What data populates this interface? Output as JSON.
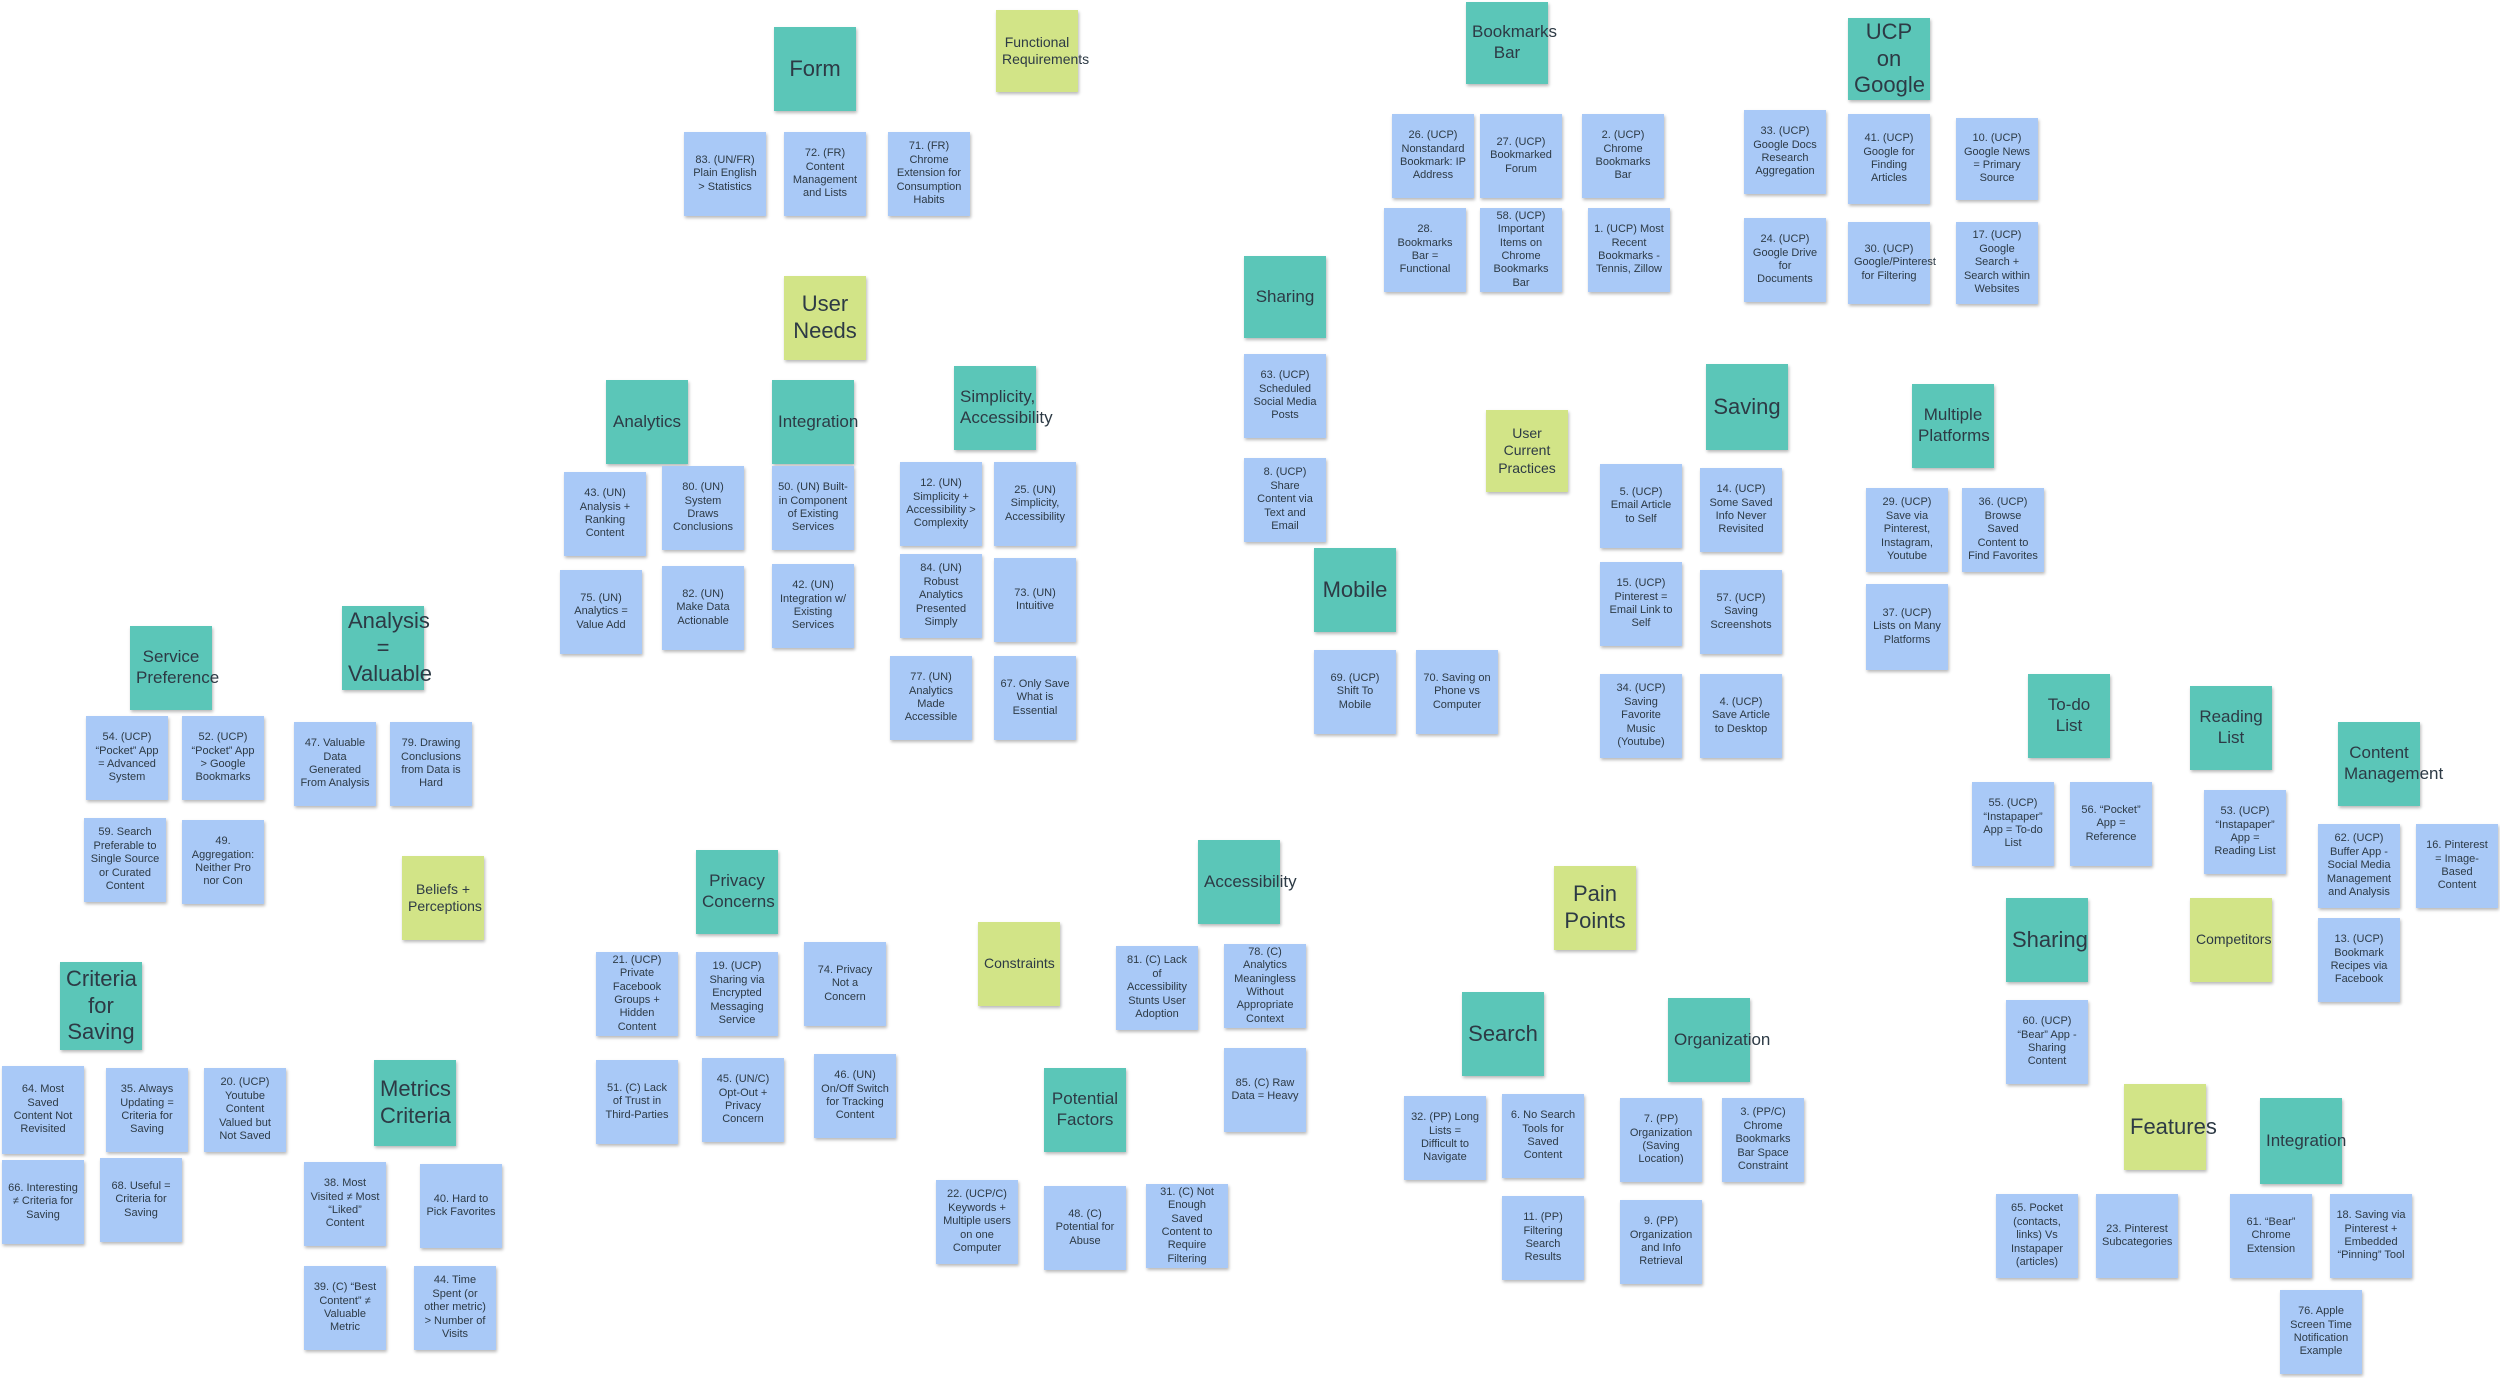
{
  "colors": {
    "topic": "#5bc6b8",
    "category": "#d2e487",
    "insight": "#a9c9f7",
    "background": "#ffffff"
  },
  "notes": [
    {
      "id": "form",
      "text": "Form",
      "kind": "teal"
    },
    {
      "id": "functional-requirements",
      "text": "Functional Requirements",
      "kind": "lime"
    },
    {
      "id": "n83",
      "text": "83. (UN/FR) Plain English > Statistics",
      "kind": "blue"
    },
    {
      "id": "n72",
      "text": "72. (FR) Content Management and Lists",
      "kind": "blue"
    },
    {
      "id": "n71",
      "text": "71. (FR) Chrome Extension for Consumption Habits",
      "kind": "blue"
    },
    {
      "id": "bookmarks-bar",
      "text": "Bookmarks Bar",
      "kind": "teal"
    },
    {
      "id": "ucp-on-google",
      "text": "UCP on Google",
      "kind": "teal"
    },
    {
      "id": "n26",
      "text": "26. (UCP) Nonstandard Bookmark: IP Address",
      "kind": "blue"
    },
    {
      "id": "n27",
      "text": "27. (UCP) Bookmarked Forum",
      "kind": "blue"
    },
    {
      "id": "n2",
      "text": "2. (UCP) Chrome Bookmarks Bar",
      "kind": "blue"
    },
    {
      "id": "n28",
      "text": "28. Bookmarks Bar = Functional",
      "kind": "blue"
    },
    {
      "id": "n58",
      "text": "58. (UCP) Important Items on Chrome Bookmarks Bar",
      "kind": "blue"
    },
    {
      "id": "n1",
      "text": "1. (UCP) Most Recent Bookmarks - Tennis, Zillow",
      "kind": "blue"
    },
    {
      "id": "n33",
      "text": "33. (UCP) Google Docs Research Aggregation",
      "kind": "blue"
    },
    {
      "id": "n41",
      "text": "41. (UCP) Google for Finding Articles",
      "kind": "blue"
    },
    {
      "id": "n10",
      "text": "10. (UCP) Google News = Primary Source",
      "kind": "blue"
    },
    {
      "id": "n24",
      "text": "24. (UCP) Google Drive for Documents",
      "kind": "blue"
    },
    {
      "id": "n30",
      "text": "30. (UCP) Google/Pinterest for Filtering",
      "kind": "blue"
    },
    {
      "id": "n17",
      "text": "17. (UCP) Google Search + Search within Websites",
      "kind": "blue"
    },
    {
      "id": "user-needs",
      "text": "User Needs",
      "kind": "lime"
    },
    {
      "id": "sharing-top",
      "text": "Sharing",
      "kind": "teal"
    },
    {
      "id": "n63",
      "text": "63. (UCP) Scheduled Social Media Posts",
      "kind": "blue"
    },
    {
      "id": "n8",
      "text": "8. (UCP) Share Content via Text and Email",
      "kind": "blue"
    },
    {
      "id": "analytics",
      "text": "Analytics",
      "kind": "teal"
    },
    {
      "id": "integration-top",
      "text": "Integration",
      "kind": "teal"
    },
    {
      "id": "simplicity-accessibility",
      "text": "Simplicity, Accessibility",
      "kind": "teal"
    },
    {
      "id": "n43",
      "text": "43. (UN) Analysis + Ranking Content",
      "kind": "blue"
    },
    {
      "id": "n80",
      "text": "80. (UN) System Draws Conclusions",
      "kind": "blue"
    },
    {
      "id": "n50",
      "text": "50. (UN) Built-in Component of Existing Services",
      "kind": "blue"
    },
    {
      "id": "n12",
      "text": "12. (UN) Simplicity + Accessibility > Complexity",
      "kind": "blue"
    },
    {
      "id": "n25",
      "text": "25. (UN) Simplicity, Accessibility",
      "kind": "blue"
    },
    {
      "id": "n75",
      "text": "75. (UN) Analytics = Value Add",
      "kind": "blue"
    },
    {
      "id": "n82",
      "text": "82. (UN) Make Data Actionable",
      "kind": "blue"
    },
    {
      "id": "n42",
      "text": "42. (UN) Integration w/ Existing Services",
      "kind": "blue"
    },
    {
      "id": "n84",
      "text": "84. (UN) Robust Analytics Presented Simply",
      "kind": "blue"
    },
    {
      "id": "n73",
      "text": "73. (UN) Intuitive",
      "kind": "blue"
    },
    {
      "id": "n77",
      "text": "77. (UN) Analytics Made Accessible",
      "kind": "blue"
    },
    {
      "id": "n67",
      "text": "67. Only Save What is Essential",
      "kind": "blue"
    },
    {
      "id": "user-current-practices",
      "text": "User Current Practices",
      "kind": "lime"
    },
    {
      "id": "saving",
      "text": "Saving",
      "kind": "teal"
    },
    {
      "id": "multiple-platforms",
      "text": "Multiple Platforms",
      "kind": "teal"
    },
    {
      "id": "n5",
      "text": "5. (UCP) Email Article to Self",
      "kind": "blue"
    },
    {
      "id": "n14",
      "text": "14. (UCP) Some Saved Info Never Revisited",
      "kind": "blue"
    },
    {
      "id": "n29",
      "text": "29. (UCP) Save via Pinterest, Instagram, Youtube",
      "kind": "blue"
    },
    {
      "id": "n36",
      "text": "36. (UCP) Browse Saved Content to Find Favorites",
      "kind": "blue"
    },
    {
      "id": "n15",
      "text": "15. (UCP) Pinterest = Email Link to Self",
      "kind": "blue"
    },
    {
      "id": "n57",
      "text": "57. (UCP) Saving Screenshots",
      "kind": "blue"
    },
    {
      "id": "n37",
      "text": "37. (UCP) Lists on Many Platforms",
      "kind": "blue"
    },
    {
      "id": "mobile",
      "text": "Mobile",
      "kind": "teal"
    },
    {
      "id": "n69",
      "text": "69. (UCP) Shift To Mobile",
      "kind": "blue"
    },
    {
      "id": "n70",
      "text": "70. Saving on Phone vs Computer",
      "kind": "blue"
    },
    {
      "id": "n34",
      "text": "34. (UCP) Saving Favorite Music (Youtube)",
      "kind": "blue"
    },
    {
      "id": "n4",
      "text": "4. (UCP) Save Article to Desktop",
      "kind": "blue"
    },
    {
      "id": "service-preference",
      "text": "Service Preference",
      "kind": "teal"
    },
    {
      "id": "analysis-valuable",
      "text": "Analysis = Valuable",
      "kind": "teal"
    },
    {
      "id": "n54",
      "text": "54. (UCP) “Pocket” App = Advanced System",
      "kind": "blue"
    },
    {
      "id": "n52",
      "text": "52. (UCP) “Pocket” App > Google Bookmarks",
      "kind": "blue"
    },
    {
      "id": "n47",
      "text": "47. Valuable Data Generated From Analysis",
      "kind": "blue"
    },
    {
      "id": "n79",
      "text": "79. Drawing Conclusions from Data is Hard",
      "kind": "blue"
    },
    {
      "id": "n59",
      "text": "59. Search Preferable to Single Source or Curated Content",
      "kind": "blue"
    },
    {
      "id": "n49",
      "text": "49. Aggregation: Neither Pro nor Con",
      "kind": "blue"
    },
    {
      "id": "beliefs-perceptions",
      "text": "Beliefs + Perceptions",
      "kind": "lime"
    },
    {
      "id": "criteria-for-saving",
      "text": "Criteria for Saving",
      "kind": "teal"
    },
    {
      "id": "n64",
      "text": "64. Most Saved Content Not Revisited",
      "kind": "blue"
    },
    {
      "id": "n35",
      "text": "35. Always Updating = Criteria for Saving",
      "kind": "blue"
    },
    {
      "id": "n20",
      "text": "20. (UCP) Youtube Content Valued but Not Saved",
      "kind": "blue"
    },
    {
      "id": "n66",
      "text": "66. Interesting ≠ Criteria for Saving",
      "kind": "blue"
    },
    {
      "id": "n68",
      "text": "68. Useful = Criteria for Saving",
      "kind": "blue"
    },
    {
      "id": "metrics-criteria",
      "text": "Metrics Criteria",
      "kind": "teal"
    },
    {
      "id": "n38",
      "text": "38. Most Visited ≠ Most “Liked” Content",
      "kind": "blue"
    },
    {
      "id": "n40",
      "text": "40. Hard to Pick Favorites",
      "kind": "blue"
    },
    {
      "id": "n39",
      "text": "39. (C) “Best Content” ≠ Valuable Metric",
      "kind": "blue"
    },
    {
      "id": "n44",
      "text": "44. Time Spent (or other metric) > Number of Visits",
      "kind": "blue"
    },
    {
      "id": "privacy-concerns",
      "text": "Privacy Concerns",
      "kind": "teal"
    },
    {
      "id": "n21",
      "text": "21. (UCP) Private Facebook Groups + Hidden Content",
      "kind": "blue"
    },
    {
      "id": "n19",
      "text": "19. (UCP) Sharing via Encrypted Messaging Service",
      "kind": "blue"
    },
    {
      "id": "n74",
      "text": "74. Privacy Not a Concern",
      "kind": "blue"
    },
    {
      "id": "n51",
      "text": "51. (C) Lack of Trust in Third-Parties",
      "kind": "blue"
    },
    {
      "id": "n45",
      "text": "45. (UN/C) Opt-Out + Privacy Concern",
      "kind": "blue"
    },
    {
      "id": "n46",
      "text": "46. (UN) On/Off Switch for Tracking Content",
      "kind": "blue"
    },
    {
      "id": "constraints",
      "text": "Constraints",
      "kind": "lime"
    },
    {
      "id": "accessibility",
      "text": "Accessibility",
      "kind": "teal"
    },
    {
      "id": "n81",
      "text": "81. (C) Lack of Accessibility Stunts User Adoption",
      "kind": "blue"
    },
    {
      "id": "n78",
      "text": "78. (C) Analytics Meaningless Without Appropriate Context",
      "kind": "blue"
    },
    {
      "id": "n85",
      "text": "85. (C) Raw Data = Heavy",
      "kind": "blue"
    },
    {
      "id": "potential-factors",
      "text": "Potential Factors",
      "kind": "teal"
    },
    {
      "id": "n22",
      "text": "22. (UCP/C) Keywords + Multiple users on one Computer",
      "kind": "blue"
    },
    {
      "id": "n48",
      "text": "48. (C) Potential for Abuse",
      "kind": "blue"
    },
    {
      "id": "n31",
      "text": "31. (C) Not Enough Saved Content to Require Filtering",
      "kind": "blue"
    },
    {
      "id": "pain-points",
      "text": "Pain Points",
      "kind": "lime"
    },
    {
      "id": "search",
      "text": "Search",
      "kind": "teal"
    },
    {
      "id": "organization",
      "text": "Organization",
      "kind": "teal"
    },
    {
      "id": "n32",
      "text": "32. (PP) Long Lists = Difficult to Navigate",
      "kind": "blue"
    },
    {
      "id": "n6",
      "text": "6. No Search Tools for Saved Content",
      "kind": "blue"
    },
    {
      "id": "n7",
      "text": "7. (PP) Organization (Saving Location)",
      "kind": "blue"
    },
    {
      "id": "n3",
      "text": "3. (PP/C) Chrome Bookmarks Bar Space Constraint",
      "kind": "blue"
    },
    {
      "id": "n11",
      "text": "11. (PP) Filtering Search Results",
      "kind": "blue"
    },
    {
      "id": "n9",
      "text": "9. (PP) Organization and Info Retrieval",
      "kind": "blue"
    },
    {
      "id": "to-do-list",
      "text": "To-do List",
      "kind": "teal"
    },
    {
      "id": "reading-list",
      "text": "Reading List",
      "kind": "teal"
    },
    {
      "id": "content-management",
      "text": "Content Management",
      "kind": "teal"
    },
    {
      "id": "n55",
      "text": "55. (UCP) “Instapaper” App = To-do List",
      "kind": "blue"
    },
    {
      "id": "n56",
      "text": "56. “Pocket” App = Reference",
      "kind": "blue"
    },
    {
      "id": "n53",
      "text": "53. (UCP) “Instapaper” App = Reading List",
      "kind": "blue"
    },
    {
      "id": "n62",
      "text": "62. (UCP) Buffer App - Social Media Management and Analysis",
      "kind": "blue"
    },
    {
      "id": "n16",
      "text": "16. Pinterest = Image-Based Content",
      "kind": "blue"
    },
    {
      "id": "sharing-right",
      "text": "Sharing",
      "kind": "teal"
    },
    {
      "id": "competitors",
      "text": "Competitors",
      "kind": "lime"
    },
    {
      "id": "n13",
      "text": "13. (UCP) Bookmark Recipes via Facebook",
      "kind": "blue"
    },
    {
      "id": "n60",
      "text": "60. (UCP) “Bear” App - Sharing Content",
      "kind": "blue"
    },
    {
      "id": "features",
      "text": "Features",
      "kind": "lime"
    },
    {
      "id": "integration-right",
      "text": "Integration",
      "kind": "teal"
    },
    {
      "id": "n65",
      "text": "65. Pocket (contacts, links) Vs Instapaper (articles)",
      "kind": "blue"
    },
    {
      "id": "n23",
      "text": "23. Pinterest Subcategories",
      "kind": "blue"
    },
    {
      "id": "n61",
      "text": "61. “Bear” Chrome Extension",
      "kind": "blue"
    },
    {
      "id": "n18",
      "text": "18. Saving via Pinterest + Embedded “Pinning” Tool",
      "kind": "blue"
    },
    {
      "id": "n76",
      "text": "76. Apple Screen Time Notification Example",
      "kind": "blue"
    }
  ]
}
